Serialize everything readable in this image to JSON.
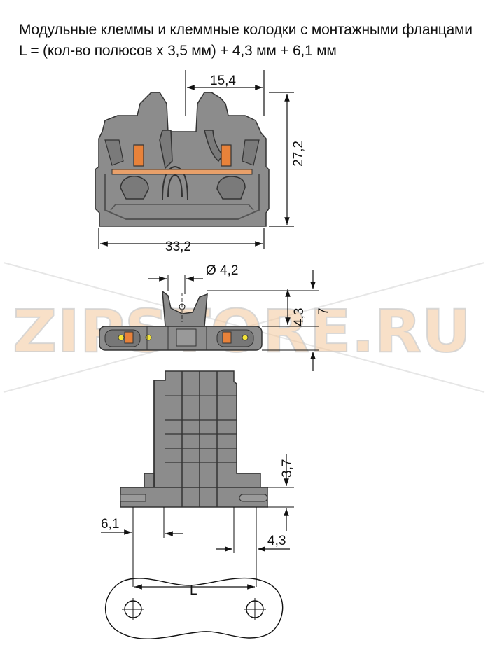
{
  "header": {
    "title_line1": "Модульные клеммы и клеммные колодки с монтажными фланцами",
    "title_line2": "L = (кол-во полюсов x 3,5 мм) + 4,3 мм + 6,1 мм"
  },
  "dimensions": {
    "top_width": "15,4",
    "height": "27,2",
    "width": "33,2",
    "hole_diameter": "Ø 4,2",
    "flange_height": "4,3",
    "total_height": "7",
    "offset_right": "3,7",
    "flange_left": "6,1",
    "flange_right": "4,3",
    "length": "L"
  },
  "watermark": {
    "text": "ZIPSTORE.RU"
  },
  "colors": {
    "housing": "#8c8c8c",
    "housing_dark": "#555555",
    "accent": "#e8823a",
    "line": "#111111"
  }
}
